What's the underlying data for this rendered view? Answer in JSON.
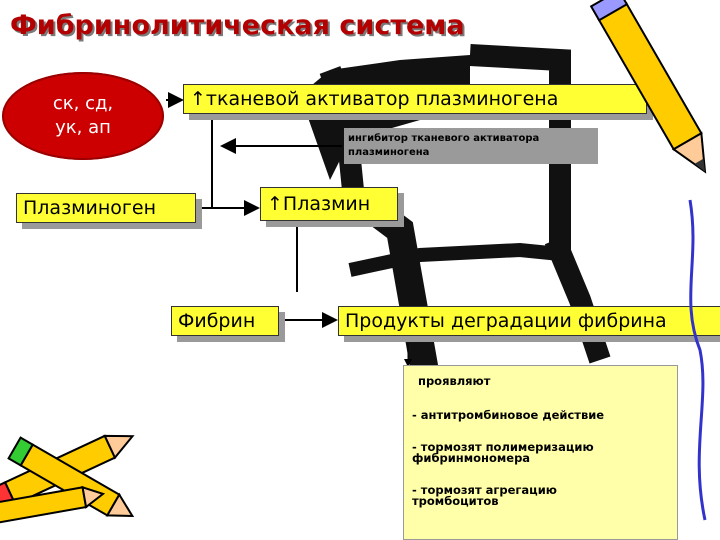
{
  "title": "Фибринолитическая система",
  "activators_ellipse": {
    "line1": "ск, сд,",
    "line2": "ук, ап"
  },
  "boxes": {
    "tpa": "↑тканевой активатор плазминогена",
    "plasminogen": "Плазминоген",
    "plasmin": "↑Плазмин",
    "fibrin": "Фибрин",
    "degradation": "Продукты деградации фибрина"
  },
  "inhibitor": {
    "line1": "ингибитор тканевого активатора",
    "line2": "плазминогена"
  },
  "effects": {
    "heading": "проявляют",
    "items": [
      {
        "line1": "- антитромбиновое действие"
      },
      {
        "line1": "- тормозят полимеризацию",
        "line2": "фибринмономера"
      },
      {
        "line1": "- тормозят агрегацию",
        "line2": "тромбоцитов"
      }
    ]
  },
  "colors": {
    "title": "#b30000",
    "box_fill": "#ffff33",
    "ellipse": "#cc0000",
    "inhibitor_fill": "#9a9a9a",
    "effects_fill": "#ffffaa"
  },
  "decorations": [
    "large-pencil-icon",
    "crossed-pencils-icon",
    "background-scribble"
  ]
}
